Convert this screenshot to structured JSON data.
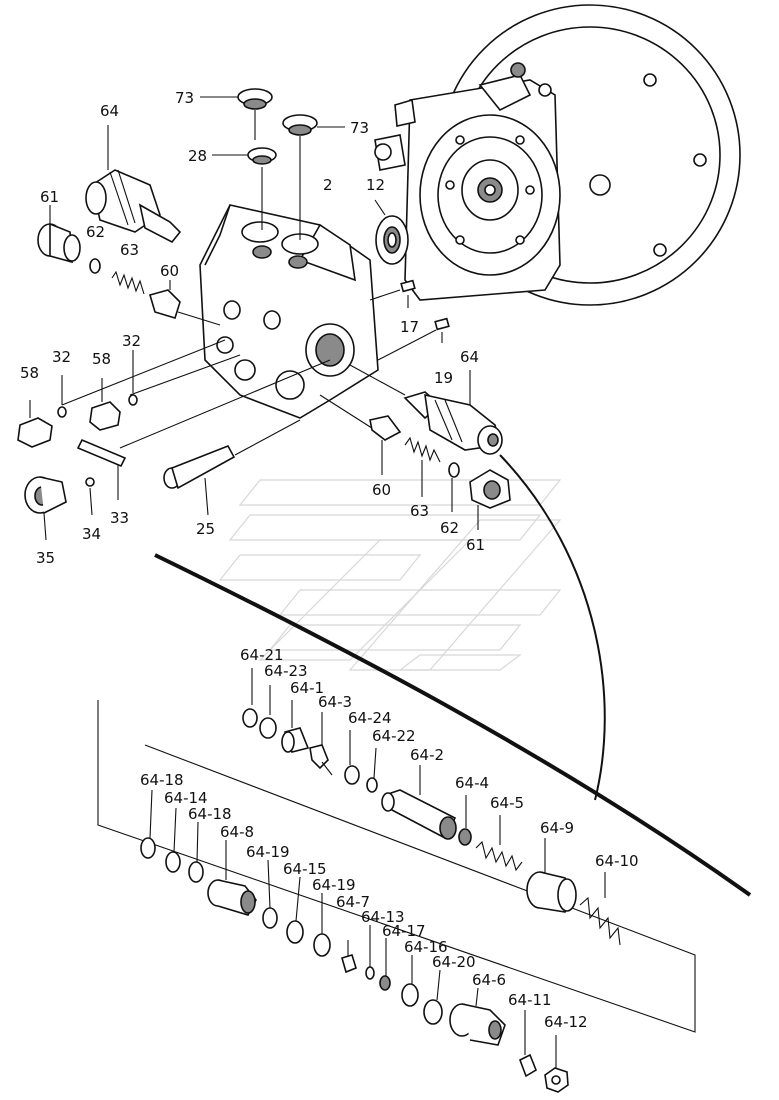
{
  "labels": {
    "l73a": "73",
    "l73b": "73",
    "l28": "28",
    "l64top": "64",
    "l2": "2",
    "l12": "12",
    "l61l": "61",
    "l62l": "62",
    "l63l": "63",
    "l60l": "60",
    "l17": "17",
    "l58a": "58",
    "l32a": "32",
    "l58b": "58",
    "l32b": "32",
    "l19": "19",
    "l64r": "64",
    "l35": "35",
    "l34": "34",
    "l33": "33",
    "l25": "25",
    "l60r": "60",
    "l63r": "63",
    "l62r": "62",
    "l61r": "61",
    "l64_21": "64-21",
    "l64_23": "64-23",
    "l64_1": "64-1",
    "l64_3": "64-3",
    "l64_24": "64-24",
    "l64_22": "64-22",
    "l64_2": "64-2",
    "l64_4": "64-4",
    "l64_5": "64-5",
    "l64_9": "64-9",
    "l64_10": "64-10",
    "l64_18a": "64-18",
    "l64_14": "64-14",
    "l64_18b": "64-18",
    "l64_8": "64-8",
    "l64_19a": "64-19",
    "l64_15": "64-15",
    "l64_19b": "64-19",
    "l64_7": "64-7",
    "l64_13": "64-13",
    "l64_17": "64-17",
    "l64_16": "64-16",
    "l64_20": "64-20",
    "l64_6": "64-6",
    "l64_11": "64-11",
    "l64_12": "64-12"
  }
}
